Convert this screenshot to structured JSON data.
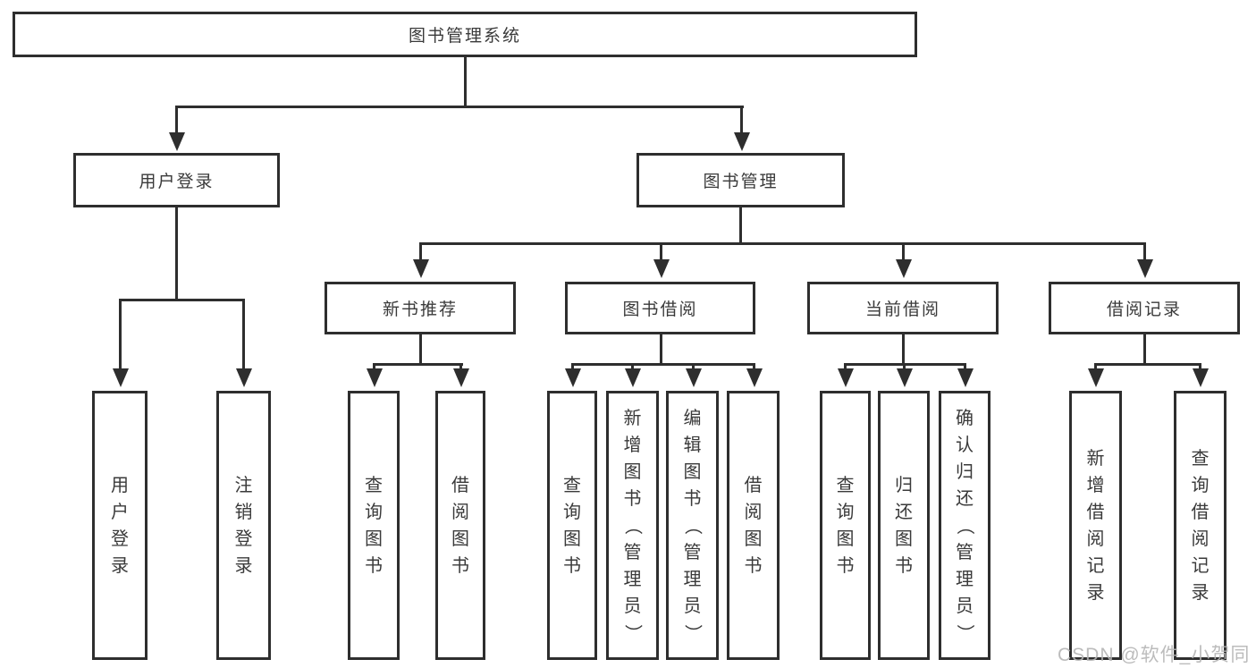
{
  "diagram": {
    "root": {
      "label": "图书管理系统"
    },
    "branches": [
      {
        "label": "用户登录",
        "leaves": [
          "用户登录",
          "注销登录"
        ]
      },
      {
        "label": "图书管理",
        "children": [
          {
            "label": "新书推荐",
            "leaves": [
              "查询图书",
              "借阅图书"
            ]
          },
          {
            "label": "图书借阅",
            "leaves": [
              "查询图书",
              "新增图书（管理员）",
              "编辑图书（管理员）",
              "借阅图书"
            ]
          },
          {
            "label": "当前借阅",
            "leaves": [
              "查询图书",
              "归还图书",
              "确认归还（管理员）"
            ]
          },
          {
            "label": "借阅记录",
            "leaves": [
              "新增借阅记录",
              "查询借阅记录"
            ]
          }
        ]
      }
    ]
  },
  "watermark": "CSDN @软件_小贺同学",
  "colors": {
    "line": "#2e2e2e",
    "text": "#3a3a3a",
    "watermark": "#b5b5b5",
    "background": "#ffffff"
  }
}
